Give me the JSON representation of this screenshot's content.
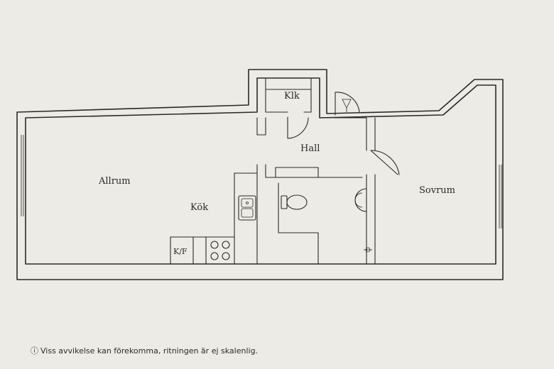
{
  "rooms": {
    "allrum": "Allrum",
    "kok": "Kök",
    "klk": "Klk",
    "hall": "Hall",
    "sovrum": "Sovrum",
    "kf": "K/F"
  },
  "disclaimer": {
    "icon": "info-circle-icon",
    "glyph": "ⓘ",
    "text": "Viss avvikelse kan förekomma, ritningen är ej skalenlig."
  },
  "colors": {
    "paper": "#ecebe5",
    "ink": "#2a2a2a"
  }
}
